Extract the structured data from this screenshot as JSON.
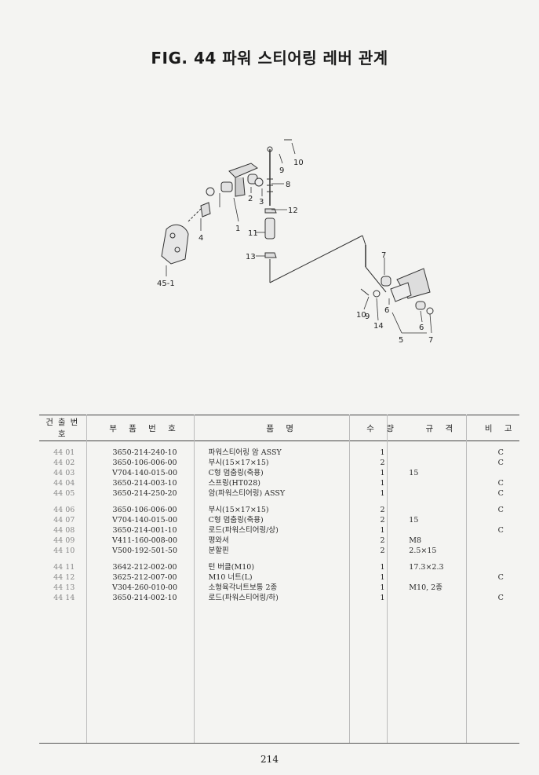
{
  "title": "FIG. 44 파워 스티어링 레버 관계",
  "diagram": {
    "callouts": [
      "10",
      "9",
      "8",
      "2",
      "3",
      "12",
      "1",
      "4",
      "11",
      "13",
      "45-1",
      "7",
      "6",
      "10",
      "9",
      "14",
      "6",
      "5",
      "7"
    ]
  },
  "table": {
    "headers": [
      "건출번호",
      "부 품 번 호",
      "품 명",
      "수 량",
      "규 격",
      "비 고"
    ],
    "groups": [
      [
        {
          "no": "44  01",
          "part": "3650-214-240-10",
          "name": "파워스티어링 암 ASSY",
          "qty": "1",
          "spec": "",
          "remark": "C"
        },
        {
          "no": "44  02",
          "part": "3650-106-006-00",
          "name": "부시(15×17×15)",
          "qty": "2",
          "spec": "",
          "remark": "C"
        },
        {
          "no": "44  03",
          "part": "V704-140-015-00",
          "name": "C형 멈춤링(축용)",
          "qty": "1",
          "spec": "15",
          "remark": ""
        },
        {
          "no": "44  04",
          "part": "3650-214-003-10",
          "name": "스프링(HT028)",
          "qty": "1",
          "spec": "",
          "remark": "C"
        },
        {
          "no": "44  05",
          "part": "3650-214-250-20",
          "name": "암(파워스티어링) ASSY",
          "qty": "1",
          "spec": "",
          "remark": "C"
        }
      ],
      [
        {
          "no": "44  06",
          "part": "3650-106-006-00",
          "name": "부시(15×17×15)",
          "qty": "2",
          "spec": "",
          "remark": "C"
        },
        {
          "no": "44  07",
          "part": "V704-140-015-00",
          "name": "C형 멈춤링(축용)",
          "qty": "2",
          "spec": "15",
          "remark": ""
        },
        {
          "no": "44  08",
          "part": "3650-214-001-10",
          "name": "로드(파워스티어링/상)",
          "qty": "1",
          "spec": "",
          "remark": "C"
        },
        {
          "no": "44  09",
          "part": "V411-160-008-00",
          "name": "평와셔",
          "qty": "2",
          "spec": "M8",
          "remark": ""
        },
        {
          "no": "44  10",
          "part": "V500-192-501-50",
          "name": "분할핀",
          "qty": "2",
          "spec": "2.5×15",
          "remark": ""
        }
      ],
      [
        {
          "no": "44  11",
          "part": "3642-212-002-00",
          "name": "턴 버클(M10)",
          "qty": "1",
          "spec": "17.3×2.3",
          "remark": ""
        },
        {
          "no": "44  12",
          "part": "3625-212-007-00",
          "name": "M10 너트(L)",
          "qty": "1",
          "spec": "",
          "remark": "C"
        },
        {
          "no": "44  13",
          "part": "V304-260-010-00",
          "name": "소형육각너트보통 2종",
          "qty": "1",
          "spec": "M10, 2종",
          "remark": ""
        },
        {
          "no": "44  14",
          "part": "3650-214-002-10",
          "name": "로드(파워스티어링/하)",
          "qty": "1",
          "spec": "",
          "remark": "C"
        }
      ]
    ]
  },
  "page_number": "214"
}
